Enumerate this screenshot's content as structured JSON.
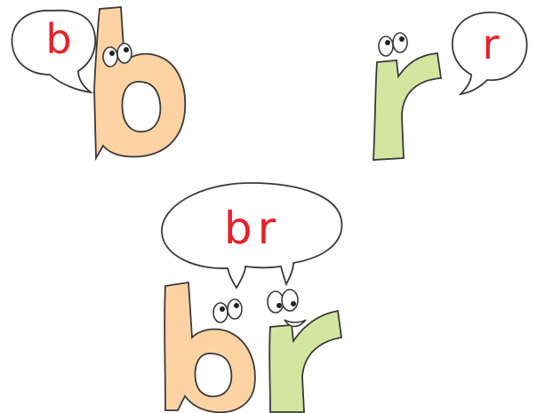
{
  "colors": {
    "b_fill": "#fdd3a4",
    "r_fill": "#d3e6a0",
    "outline": "#3a3a3a",
    "speech_text": "#e8202a",
    "bubble_fill": "#ffffff"
  },
  "scene": {
    "b_character": {
      "letter": "b",
      "speech": "b"
    },
    "r_character": {
      "letter": "r",
      "speech": "r"
    },
    "blend": {
      "speech": "br"
    }
  }
}
